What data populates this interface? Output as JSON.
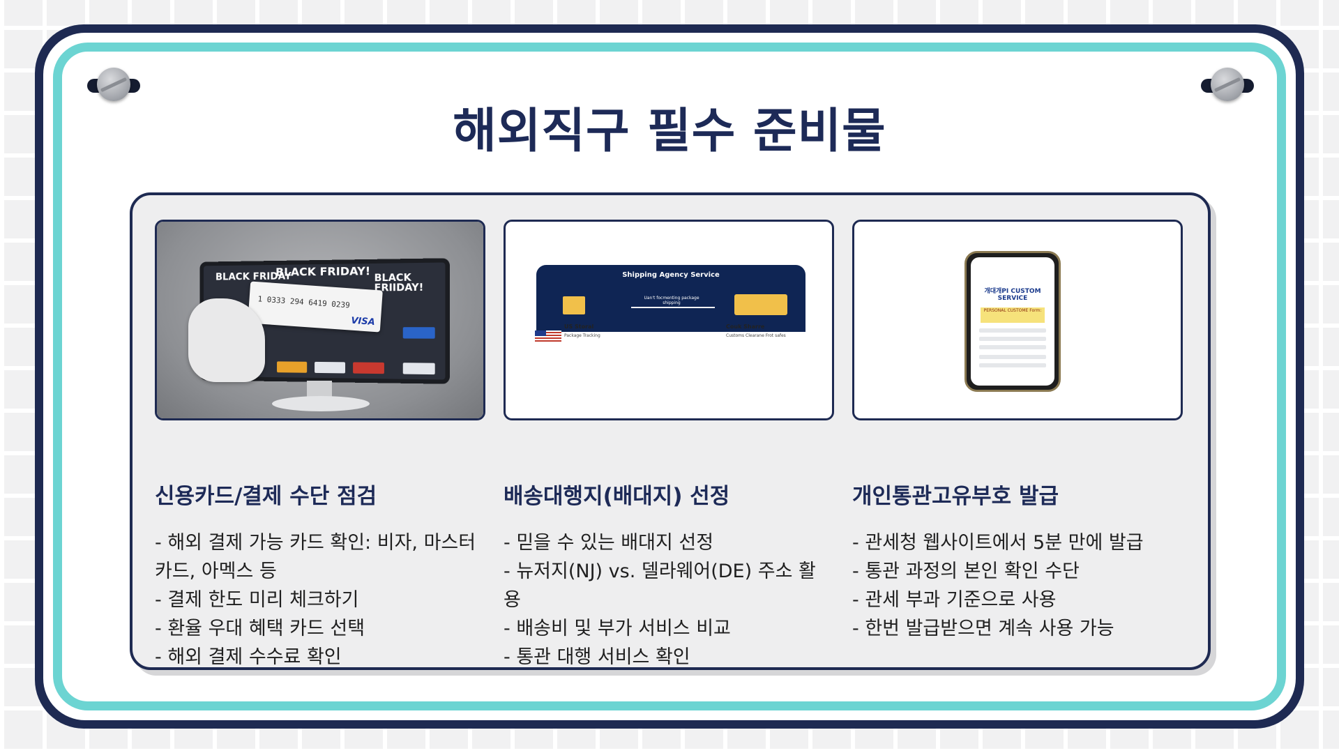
{
  "title": "해외직구 필수 준비물",
  "colors": {
    "navy": "#1e2a52",
    "teal": "#6cd4d2",
    "panel": "#eeeeef"
  },
  "columns": [
    {
      "image": {
        "kind": "monitor-credit-card",
        "screen_texts": [
          "BLACK FRIDAY",
          "BLACK FRIDAY!",
          "BLACK FRIIDAY!"
        ],
        "card_number": "1 0333 294 6419 0239",
        "card_brand": "VISA"
      },
      "heading": "신용카드/결제 수단 점검",
      "bullets": [
        "- 해외 결제 가능 카드 확인: 비자, 마스터카드, 아멕스 등",
        "- 결제 한도 미리 체크하기",
        "- 환율 우대 혜택 카드 선택",
        "- 해외 결제 수수료 확인"
      ]
    },
    {
      "image": {
        "kind": "shipping-agency",
        "title": "Shipping Agency Service",
        "middle": "Uan't focmenting package shipping",
        "left_label": "US Storal",
        "left_sub": "Package Tracking",
        "right_label": "Couk Sharre",
        "right_sub": "Customs Clearane Frot safes"
      },
      "heading": "배송대행지(배대지) 선정",
      "bullets": [
        "- 믿을 수 있는 배대지 선정",
        "- 뉴저지(NJ) vs. 델라웨어(DE) 주소 활용",
        "- 배송비 및 부가 서비스 비교",
        "- 통관 대행 서비스 확인"
      ]
    },
    {
      "image": {
        "kind": "phone-customs",
        "screen_title": "개대개PI CUSTOM SERVICE",
        "form_label": "PERSONAL CUSTOME Form:"
      },
      "heading": "개인통관고유부호 발급",
      "bullets": [
        "- 관세청 웹사이트에서 5분 만에 발급",
        "- 통관 과정의 본인 확인 수단",
        "- 관세 부과 기준으로 사용",
        "- 한번 발급받으면 계속 사용 가능"
      ]
    }
  ]
}
